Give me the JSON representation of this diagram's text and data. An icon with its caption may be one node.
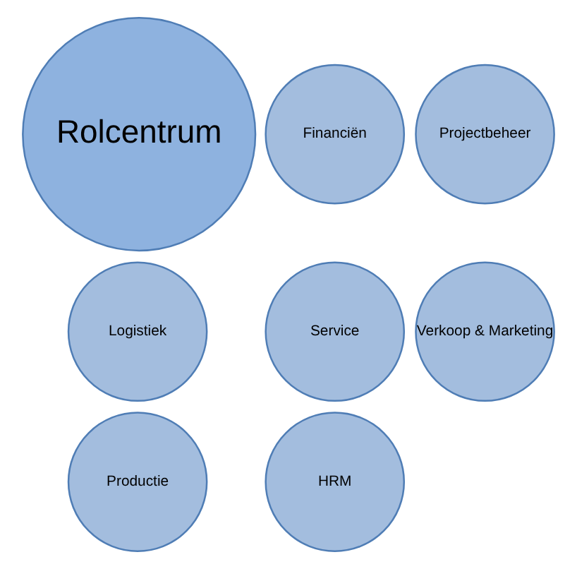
{
  "diagram": {
    "nodes": [
      {
        "text": [
          "Rolcentrum"
        ]
      },
      {
        "text": [
          "Financiën"
        ]
      },
      {
        "text": [
          "Projectbeheer"
        ]
      },
      {
        "text": [
          "Logistiek"
        ]
      },
      {
        "text": [
          "Service"
        ]
      },
      {
        "text": [
          "Verkoop & Marketing"
        ]
      },
      {
        "text": [
          "Productie"
        ]
      },
      {
        "text": [
          "HRM"
        ]
      }
    ]
  }
}
